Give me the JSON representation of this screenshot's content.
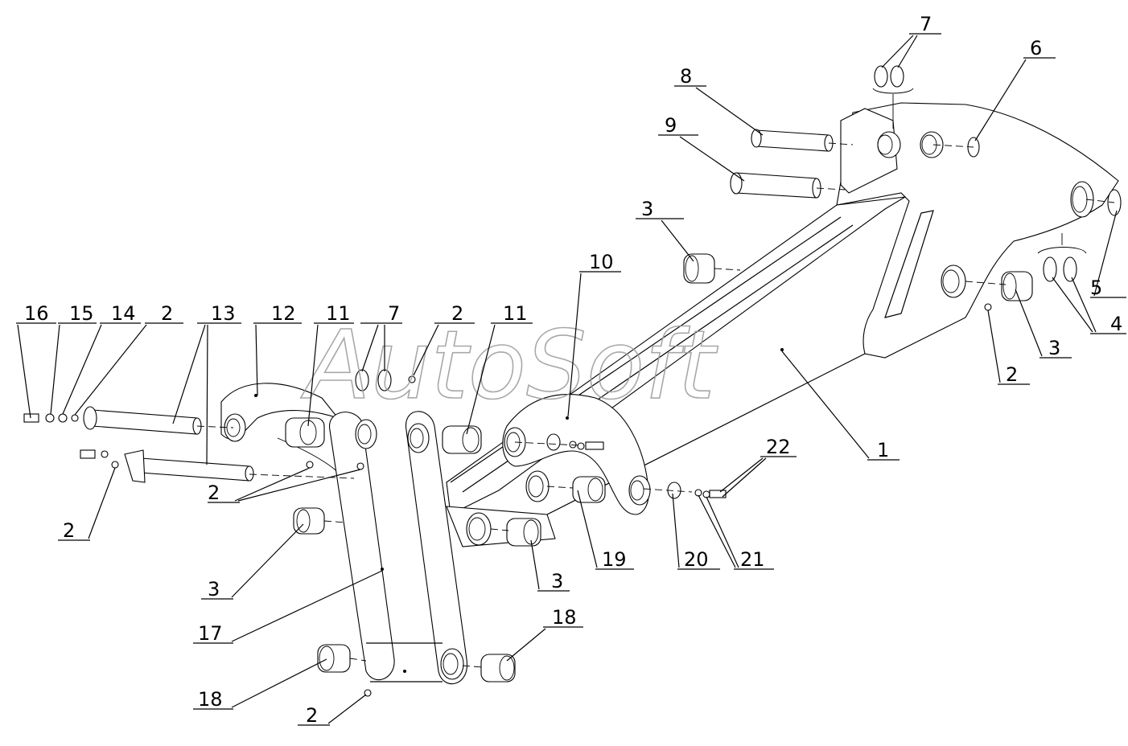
{
  "watermark": "AutoSoft",
  "callouts": [
    {
      "id": "c16a",
      "text": "16"
    },
    {
      "id": "c15a",
      "text": "15"
    },
    {
      "id": "c14a",
      "text": "14"
    },
    {
      "id": "c2a",
      "text": "2"
    },
    {
      "id": "c13a",
      "text": "13"
    },
    {
      "id": "c12a",
      "text": "12"
    },
    {
      "id": "c11a",
      "text": "11"
    },
    {
      "id": "c7a",
      "text": "7"
    },
    {
      "id": "c2b",
      "text": "2"
    },
    {
      "id": "c11b",
      "text": "11"
    },
    {
      "id": "c10a",
      "text": "10"
    },
    {
      "id": "c3a",
      "text": "3"
    },
    {
      "id": "c9a",
      "text": "9"
    },
    {
      "id": "c8a",
      "text": "8"
    },
    {
      "id": "c7b",
      "text": "7"
    },
    {
      "id": "c6a",
      "text": "6"
    },
    {
      "id": "c5a",
      "text": "5"
    },
    {
      "id": "c4a",
      "text": "4"
    },
    {
      "id": "c3b",
      "text": "3"
    },
    {
      "id": "c2c",
      "text": "2"
    },
    {
      "id": "c1a",
      "text": "1"
    },
    {
      "id": "c22a",
      "text": "22"
    },
    {
      "id": "c21a",
      "text": "21"
    },
    {
      "id": "c20a",
      "text": "20"
    },
    {
      "id": "c19a",
      "text": "19"
    },
    {
      "id": "c3c",
      "text": "3"
    },
    {
      "id": "c18a",
      "text": "18"
    },
    {
      "id": "c2d",
      "text": "2"
    },
    {
      "id": "c18b",
      "text": "18"
    },
    {
      "id": "c17a",
      "text": "17"
    },
    {
      "id": "c3d",
      "text": "3"
    },
    {
      "id": "c2e",
      "text": "2"
    },
    {
      "id": "c2f",
      "text": "2"
    }
  ]
}
